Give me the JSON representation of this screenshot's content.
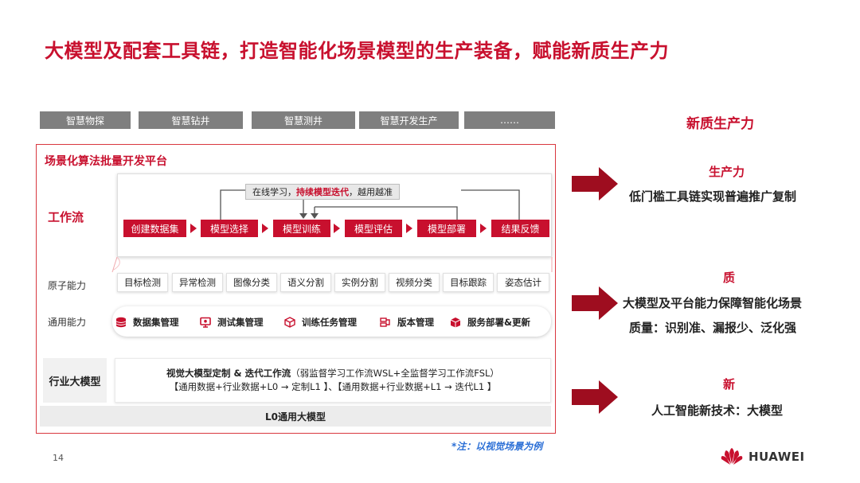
{
  "title": "大模型及配套工具链，打造智能化场景模型的生产装备，赋能新质生产力",
  "scenarios": [
    "智慧物探",
    "智慧钻井",
    "智慧测井",
    "智慧开发生产",
    "……"
  ],
  "platform": {
    "title": "场景化算法批量开发平台",
    "workflow": {
      "label": "工作流",
      "loop_prefix": "在线学习，",
      "loop_highlight": "持续模型迭代",
      "loop_suffix": "，越用越准",
      "steps": [
        "创建数据集",
        "模型选择",
        "模型训练",
        "模型评估",
        "模型部署",
        "结果反馈"
      ]
    },
    "atomic": {
      "label": "原子能力",
      "items": [
        "目标检测",
        "异常检测",
        "图像分类",
        "语义分割",
        "实例分割",
        "视频分类",
        "目标跟踪",
        "姿态估计"
      ]
    },
    "general": {
      "label": "通用能力",
      "items": [
        {
          "label": "数据集管理",
          "icon": "database-icon"
        },
        {
          "label": "测试集管理",
          "icon": "monitor-icon"
        },
        {
          "label": "训练任务管理",
          "icon": "cube-icon"
        },
        {
          "label": "版本管理",
          "icon": "version-icon"
        },
        {
          "label": "服务部署&更新",
          "icon": "box-icon"
        }
      ]
    },
    "industry": {
      "label": "行业大模型",
      "line1_bold": "视觉大模型定制 & 迭代工作流",
      "line1_rest": "（弱监督学习工作流WSL+全监督学习工作流FSL）",
      "line2": "【通用数据+行业数据+L0 → 定制L1 】、【通用数据+行业数据+L1 → 迭代L1 】"
    },
    "base_model": "L0通用大模型"
  },
  "note": "*注：以视觉场景为例",
  "page_number": "14",
  "right": {
    "heading": "新质生产力",
    "sections": [
      {
        "head": "生产力",
        "lines": [
          "低门槛工具链实现普遍推广复制"
        ]
      },
      {
        "head": "质",
        "lines": [
          "大模型及平台能力保障智能化场景",
          "质量：识别准、漏报少、泛化强"
        ]
      },
      {
        "head": "新",
        "lines": [
          "人工智能新技术：大模型"
        ]
      }
    ]
  },
  "brand": "HUAWEI",
  "colors": {
    "accent": "#c8102e",
    "arrow": "#9e0d1f",
    "tab_gray": "#7f7f7f",
    "note_blue": "#2b6fd6"
  }
}
